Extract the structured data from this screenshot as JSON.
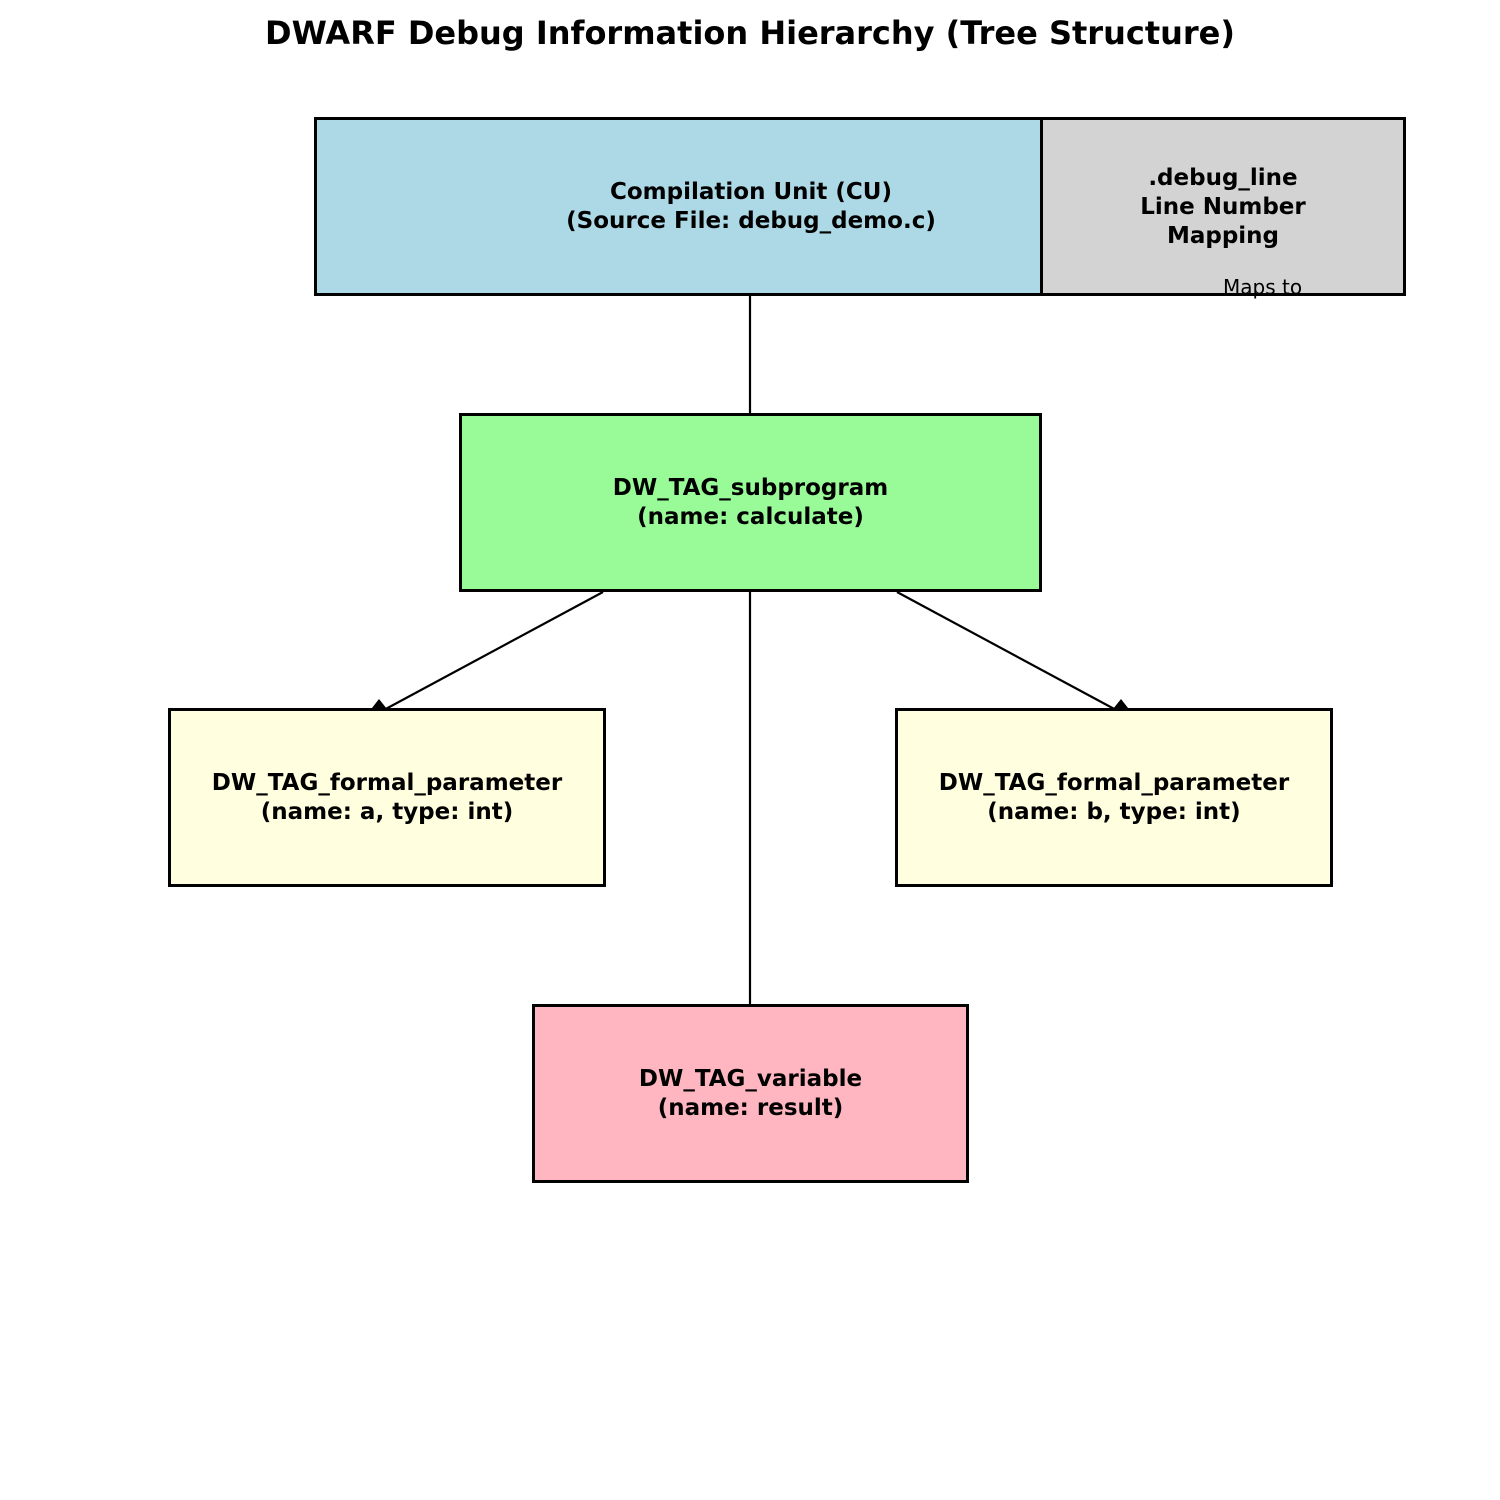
{
  "title": "DWARF Debug Information Hierarchy (Tree Structure)",
  "nodes": {
    "cu": {
      "line1": "Compilation Unit (CU)",
      "line2": "(Source File: debug_demo.c)",
      "color": "#add8e6"
    },
    "debug_line": {
      "line1": ".debug_line",
      "line2": "Line Number",
      "line3": "Mapping",
      "color": "#d3d3d3"
    },
    "subprogram": {
      "line1": "DW_TAG_subprogram",
      "line2": "(name: calculate)",
      "color": "#98fb98"
    },
    "param_a": {
      "line1": "DW_TAG_formal_parameter",
      "line2": "(name: a, type: int)",
      "color": "#ffffe0"
    },
    "param_b": {
      "line1": "DW_TAG_formal_parameter",
      "line2": "(name: b, type: int)",
      "color": "#ffffe0"
    },
    "variable": {
      "line1": "DW_TAG_variable",
      "line2": "(name: result)",
      "color": "#ffb6c1"
    }
  },
  "edges": [
    {
      "from": "cu",
      "to": "subprogram"
    },
    {
      "from": "subprogram",
      "to": "param_a"
    },
    {
      "from": "subprogram",
      "to": "param_b"
    },
    {
      "from": "subprogram",
      "to": "variable"
    },
    {
      "from": "debug_line",
      "to": "cu",
      "style": "dashed",
      "label": "Maps to"
    }
  ]
}
